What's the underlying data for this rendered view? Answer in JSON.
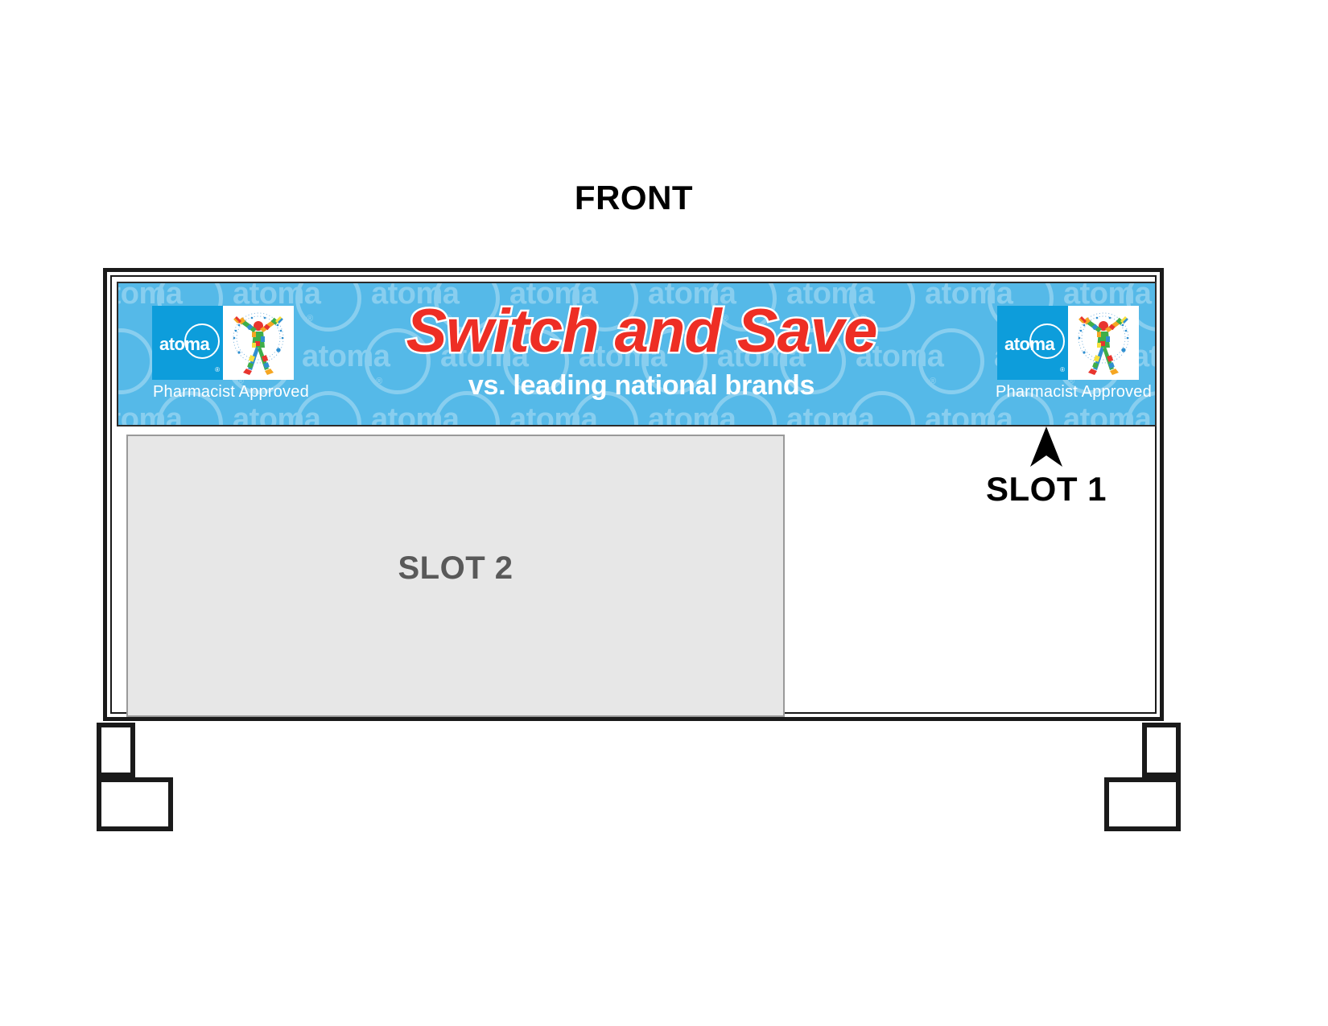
{
  "page": {
    "front_label": "FRONT"
  },
  "banner": {
    "headline": "Switch and Save",
    "subhead": "vs. leading national brands",
    "watermark_word": "atoma",
    "background_color": "#55b9e8",
    "headline_color": "#ee2e24",
    "subhead_color": "#ffffff"
  },
  "logos": {
    "brand": "atoma",
    "registered_mark": "®",
    "tagline": "Pharmacist Approved",
    "brand_tile_color": "#0d9ddb",
    "figure_tile_color": "#ffffff"
  },
  "slots": {
    "slot1": {
      "label": "SLOT 1",
      "arrow_icon": "arrow-up-icon",
      "label_color": "#000000"
    },
    "slot2": {
      "label": "SLOT 2",
      "panel_color": "#e7e7e7",
      "label_color": "#595959",
      "border_color": "#9a9a9a"
    }
  },
  "fixture": {
    "frame_color": "#1a1a1a",
    "body_color": "#ffffff",
    "leg_left_name": "left-leg",
    "leg_right_name": "right-leg"
  }
}
